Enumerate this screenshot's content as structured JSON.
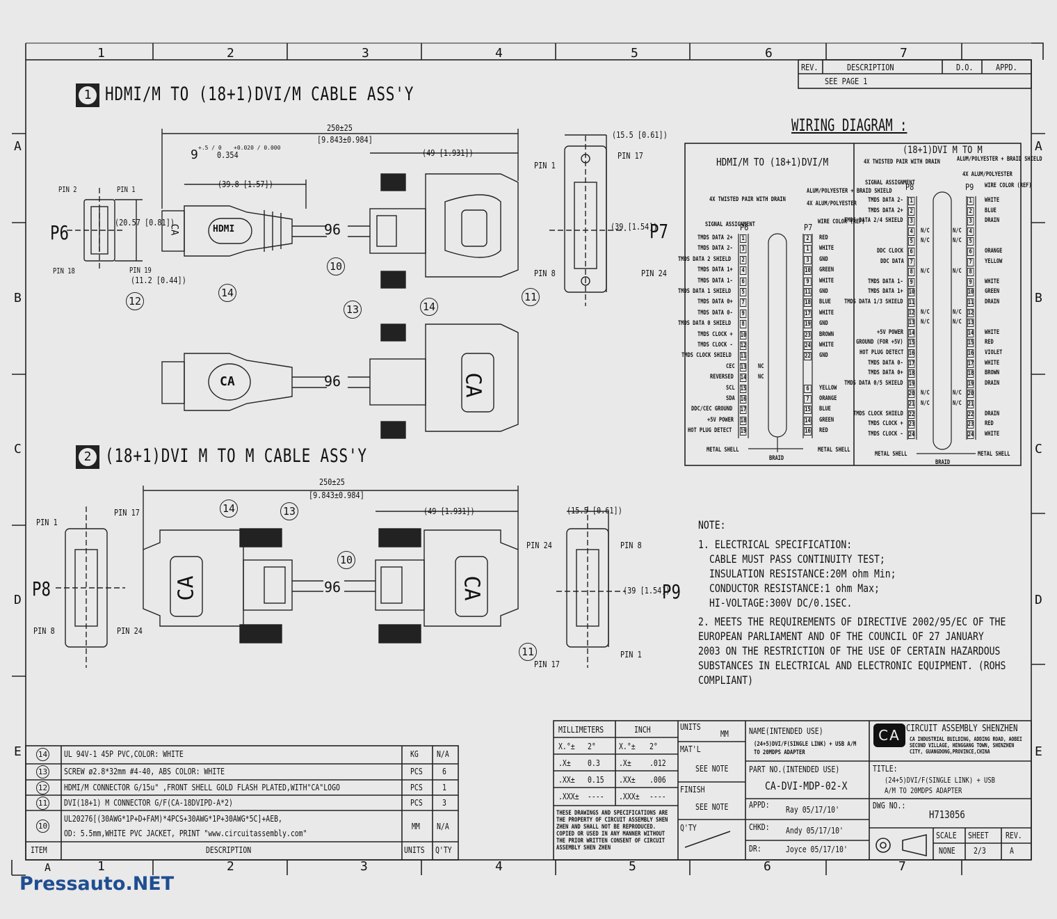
{
  "zones_top": [
    "1",
    "2",
    "3",
    "4",
    "5",
    "6",
    "7"
  ],
  "zones_side": [
    "A",
    "B",
    "C",
    "D",
    "E"
  ],
  "revision": {
    "rev": "REV.",
    "description": "DESCRIPTION",
    "do": "D.O.",
    "appd": "APPD.",
    "see_page": "SEE PAGE 1"
  },
  "section1": {
    "num": "1",
    "title": "HDMI/M TO (18+1)DVI/M CABLE ASS'Y"
  },
  "section2": {
    "num": "2",
    "title": "(18+1)DVI M TO M CABLE ASS'Y"
  },
  "dims1": {
    "overall": "250±25",
    "overall_in": "[9.843±0.984]",
    "plug": "9",
    "plug_tol": "+.5 / 0",
    "plug_in": "0.354",
    "plug_in_tol": "+0.020 / 0.000",
    "hdmi_len": "(39.8 [1.57])",
    "dvi_len": "(49 [1.931])",
    "p6_h": "(20.57 [0.81])",
    "p6_w": "(11.2 [0.44])",
    "p7_w": "(15.5 [0.61])",
    "p7_h": "(39 [1.54])"
  },
  "dims2": {
    "overall": "250±25",
    "overall_in": "[9.843±0.984]",
    "dvi_len": "(49 [1.931])",
    "p9_w": "(15.5 [0.61])",
    "p9_h": "(39 [1.54])"
  },
  "pins1": {
    "p6": "P6",
    "p7": "P7",
    "pin1": "PIN 1",
    "pin2": "PIN 2",
    "pin18": "PIN 18",
    "pin19": "PIN 19",
    "pin8": "PIN 8",
    "pin17": "PIN 17",
    "pin24": "PIN 24",
    "cable": "96"
  },
  "pins2": {
    "p8": "P8",
    "p9": "P9",
    "pin1": "PIN 1",
    "pin8": "PIN 8",
    "pin17": "PIN 17",
    "pin24": "PIN 24",
    "cable": "96"
  },
  "callouts": [
    "10",
    "11",
    "12",
    "13",
    "14"
  ],
  "brand": {
    "hdmi": "HDMI",
    "ca": "CA"
  },
  "wiring": {
    "title": "WIRING DIAGRAM :",
    "left_title": "HDMI/M TO (18+1)DVI/M",
    "right_title": "(18+1)DVI M TO M",
    "left_headers": {
      "sig": "SIGNAL ASSIGNMENT",
      "p6": "P6",
      "p7": "P7",
      "color": "WIRE COLOR (REF)",
      "twisted": "4X TWISTED PAIR WITH DRAIN",
      "alum": "ALUM/POLYESTER + BRAID SHIELD",
      "alum2": "4X ALUM/POLYESTER",
      "metal_l": "METAL SHELL",
      "metal_r": "METAL SHELL",
      "braid": "BRAID",
      "nc": "NC"
    },
    "left_rows": [
      {
        "sig": "TMDS DATA 2+",
        "p6": "1",
        "p7": "2",
        "color": "RED"
      },
      {
        "sig": "TMDS DATA 2-",
        "p6": "3",
        "p7": "1",
        "color": "WHITE"
      },
      {
        "sig": "TMDS DATA 2 SHIELD",
        "p6": "2",
        "p7": "3",
        "color": "GND"
      },
      {
        "sig": "TMDS DATA 1+",
        "p6": "4",
        "p7": "10",
        "color": "GREEN"
      },
      {
        "sig": "TMDS DATA 1-",
        "p6": "6",
        "p7": "9",
        "color": "WHITE"
      },
      {
        "sig": "TMDS DATA 1 SHIELD",
        "p6": "5",
        "p7": "11",
        "color": "GND"
      },
      {
        "sig": "TMDS DATA 0+",
        "p6": "7",
        "p7": "18",
        "color": "BLUE"
      },
      {
        "sig": "TMDS DATA 0-",
        "p6": "9",
        "p7": "17",
        "color": "WHITE"
      },
      {
        "sig": "TMDS DATA 0 SHIELD",
        "p6": "8",
        "p7": "19",
        "color": "GND"
      },
      {
        "sig": "TMDS CLOCK +",
        "p6": "10",
        "p7": "23",
        "color": "BROWN"
      },
      {
        "sig": "TMDS CLOCK -",
        "p6": "12",
        "p7": "24",
        "color": "WHITE"
      },
      {
        "sig": "TMDS CLOCK SHIELD",
        "p6": "11",
        "p7": "22",
        "color": "GND"
      },
      {
        "sig": "CEC",
        "p6": "13",
        "p7": "",
        "color": ""
      },
      {
        "sig": "REVERSED",
        "p6": "14",
        "p7": "",
        "color": ""
      },
      {
        "sig": "SCL",
        "p6": "15",
        "p7": "6",
        "color": "YELLOW"
      },
      {
        "sig": "SDA",
        "p6": "16",
        "p7": "7",
        "color": "ORANGE"
      },
      {
        "sig": "DDC/CEC GROUND",
        "p6": "17",
        "p7": "15",
        "color": "BLUE"
      },
      {
        "sig": "+5V POWER",
        "p6": "18",
        "p7": "14",
        "color": "GREEN"
      },
      {
        "sig": "HOT PLUG DETECT",
        "p6": "19",
        "p7": "16",
        "color": "RED"
      }
    ],
    "right_headers": {
      "sig": "SIGNAL ASSIGNMENT",
      "p8": "P8",
      "p9": "P9",
      "color": "WIRE COLOR (REF)",
      "twisted": "4X TWISTED PAIR WITH DRAIN",
      "alum": "ALUM/POLYESTER + BRAID SHIELD",
      "alum2": "4X ALUM/POLYESTER",
      "metal_l": "METAL SHELL",
      "metal_r": "METAL SHELL",
      "braid": "BRAID",
      "nc": "N/C"
    },
    "right_rows": [
      {
        "sig": "TMDS DATA 2-",
        "pin": "1",
        "color": "WHITE"
      },
      {
        "sig": "TMDS DATA 2+",
        "pin": "2",
        "color": "BLUE"
      },
      {
        "sig": "TMDS DATA 2/4 SHIELD",
        "pin": "3",
        "color": "DRAIN"
      },
      {
        "sig": "",
        "pin": "4",
        "color": ""
      },
      {
        "sig": "",
        "pin": "5",
        "color": ""
      },
      {
        "sig": "DDC CLOCK",
        "pin": "6",
        "color": "ORANGE"
      },
      {
        "sig": "DDC DATA",
        "pin": "7",
        "color": "YELLOW"
      },
      {
        "sig": "",
        "pin": "8",
        "color": ""
      },
      {
        "sig": "TMDS DATA 1-",
        "pin": "9",
        "color": "WHITE"
      },
      {
        "sig": "TMDS DATA 1+",
        "pin": "10",
        "color": "GREEN"
      },
      {
        "sig": "TMDS DATA 1/3 SHIELD",
        "pin": "11",
        "color": "DRAIN"
      },
      {
        "sig": "",
        "pin": "12",
        "color": ""
      },
      {
        "sig": "",
        "pin": "13",
        "color": ""
      },
      {
        "sig": "+5V POWER",
        "pin": "14",
        "color": "WHITE"
      },
      {
        "sig": "GROUND (FOR +5V)",
        "pin": "15",
        "color": "RED"
      },
      {
        "sig": "HOT PLUG DETECT",
        "pin": "16",
        "color": "VIOLET"
      },
      {
        "sig": "TMDS DATA 0-",
        "pin": "17",
        "color": "WHITE"
      },
      {
        "sig": "TMDS DATA 0+",
        "pin": "18",
        "color": "BROWN"
      },
      {
        "sig": "TMDS DATA 0/5 SHIELD",
        "pin": "19",
        "color": "DRAIN"
      },
      {
        "sig": "",
        "pin": "20",
        "color": ""
      },
      {
        "sig": "",
        "pin": "21",
        "color": ""
      },
      {
        "sig": "TMDS CLOCK SHIELD",
        "pin": "22",
        "color": "DRAIN"
      },
      {
        "sig": "TMDS CLOCK +",
        "pin": "23",
        "color": "RED"
      },
      {
        "sig": "TMDS CLOCK -",
        "pin": "24",
        "color": "WHITE"
      }
    ]
  },
  "note": {
    "heading": "NOTE:",
    "lines": [
      "1. ELECTRICAL SPECIFICATION:",
      "CABLE MUST PASS CONTINUITY TEST;",
      "INSULATION RESISTANCE:20M ohm Min;",
      "CONDUCTOR RESISTANCE:1 ohm Max;",
      "HI-VOLTAGE:300V DC/0.1SEC.",
      "2. MEETS THE REQUIREMENTS OF DIRECTIVE 2002/95/EC OF THE",
      "EUROPEAN PARLIAMENT AND OF THE COUNCIL OF 27 JANUARY",
      "2003 ON THE RESTRICTION OF THE USE OF CERTAIN HAZARDOUS",
      "SUBSTANCES IN ELECTRICAL AND ELECTRONIC EQUIPMENT. (ROHS",
      "COMPLIANT)"
    ]
  },
  "bom": {
    "rows": [
      {
        "item": "14",
        "desc": "UL 94V-1 45P PVC,COLOR: WHITE",
        "units": "KG",
        "qty": "N/A"
      },
      {
        "item": "13",
        "desc": "SCREW ø2.8*32mm #4-40, ABS COLOR: WHITE",
        "units": "PCS",
        "qty": "6"
      },
      {
        "item": "12",
        "desc": "HDMI/M CONNECTOR G/15u\" ,FRONT SHELL GOLD FLASH PLATED,WITH\"CA\"LOGO",
        "units": "PCS",
        "qty": "1"
      },
      {
        "item": "11",
        "desc": "DVI(18+1) M CONNECTOR G/F(CA-18DVIPD-A*2)",
        "units": "PCS",
        "qty": "3"
      },
      {
        "item": "10",
        "desc": "UL20276[(30AWG*1P+D+FAM)*4PCS+30AWG*1P+30AWG*5C]+AEB,",
        "desc2": "OD: 5.5mm,WHITE PVC JACKET, PRINT \"www.circuitassembly.com\"",
        "units": "MM",
        "qty": "N/A"
      }
    ],
    "header": {
      "item": "ITEM",
      "desc": "DESCRIPTION",
      "units": "UNITS",
      "qty": "Q'TY"
    }
  },
  "titleblock": {
    "mm": "MILLIMETERS",
    "inch": "INCH",
    "tol": [
      {
        "mm_k": "X.°±",
        "mm_v": "2°",
        "in_k": "X.°±",
        "in_v": "2°"
      },
      {
        "mm_k": ".X±",
        "mm_v": "0.3",
        "in_k": ".X±",
        "in_v": ".012"
      },
      {
        "mm_k": ".XX±",
        "mm_v": "0.15",
        "in_k": ".XX±",
        "in_v": ".006"
      },
      {
        "mm_k": ".XXX±",
        "mm_v": "----",
        "in_k": ".XXX±",
        "in_v": "----"
      }
    ],
    "legal": "THESE DRAWINGS AND SPECIFICATIONS ARE THE PROPERTY OF CIRCUIT ASSEMBLY SHEN ZHEN AND SHALL NOT BE REPRODUCED. COPIED OR USED IN ANY MANNER WITHOUT THE PRIOR WRITTEN CONSENT OF CIRCUIT ASSEMBLY SHEN ZHEN",
    "units_k": "UNITS",
    "units_v": "MM",
    "matl_k": "MAT'L",
    "matl_v": "SEE NOTE",
    "finish_k": "FINISH",
    "finish_v": "SEE NOTE",
    "qty_k": "Q'TY",
    "name_k": "NAME(INTENDED USE)",
    "name_v": "(24+5)DVI/F(SINGLE LINK) + USB A/M TO 20MDPS ADAPTER",
    "part_k": "PART NO.(INTENDED USE)",
    "part_v": "CA-DVI-MDP-02-X",
    "appd_k": "APPD:",
    "appd_v": "Ray  05/17/10'",
    "chkd_k": "CHKD:",
    "chkd_v": "Andy 05/17/10'",
    "dr_k": "DR:",
    "dr_v": "Joyce 05/17/10'",
    "logo": "CA",
    "company": "CIRCUIT ASSEMBLY SHENZHEN",
    "address": "CA INDUSTRIAL BUILDING, ADDING ROAD, AOBEI SECOND VILLAGE, HENGGANG TOWN, SHENZHEN CITY, GUANGDONG,PROVINCE,CHINA",
    "title_k": "TITLE:",
    "title_v": "(24+5)DVI/F(SINGLE LINK) + USB A/M TO 20MDPS ADAPTER",
    "dwg_k": "DWG NO.:",
    "dwg_v": "H713056",
    "scale_k": "SCALE",
    "scale_v": "NONE",
    "sheet_k": "SHEET",
    "sheet_v": "2/3",
    "rev_k": "REV.",
    "rev_v": "A"
  },
  "watermark": "Pressauto.NET"
}
